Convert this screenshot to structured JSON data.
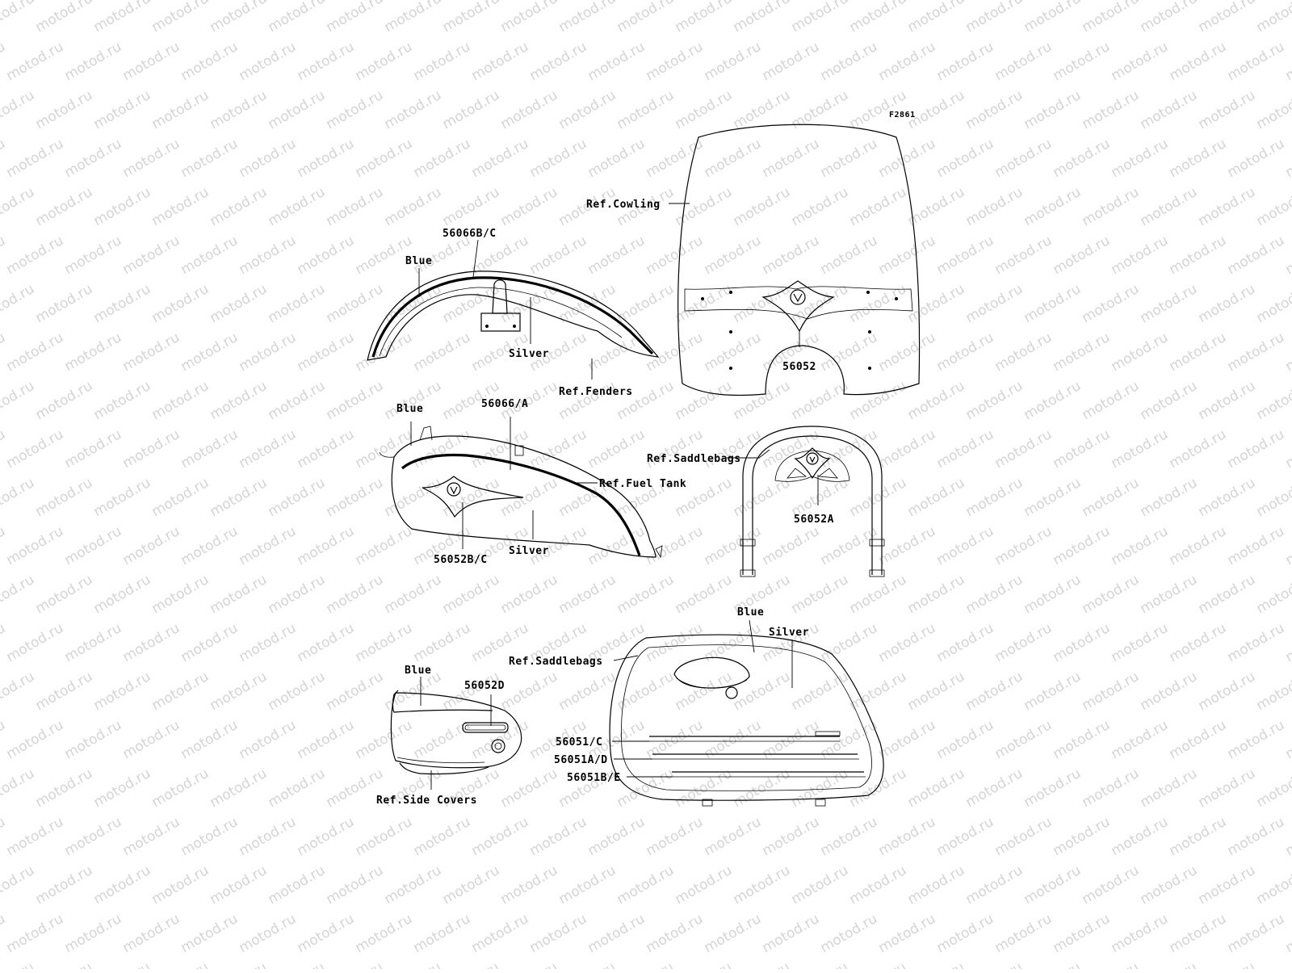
{
  "figure_id": "F2861",
  "watermark": "motod.ru",
  "labels": {
    "ref_cowling": "Ref.Cowling",
    "fender_decal_part": "56066B/C",
    "fender_blue": "Blue",
    "fender_silver": "Silver",
    "ref_fenders": "Ref.Fenders",
    "cowling_emblem_part": "56052",
    "tank_blue": "Blue",
    "tank_stripe_part": "56066/A",
    "ref_fuel_tank": "Ref.Fuel Tank",
    "tank_emblem_part": "56052B/C",
    "tank_silver": "Silver",
    "ref_saddlebags_top": "Ref.Saddlebags",
    "backrest_emblem_part": "56052A",
    "saddlebag_blue": "Blue",
    "saddlebag_silver": "Silver",
    "ref_saddlebags_bottom": "Ref.Saddlebags",
    "saddlebag_stripe_1": "56051/C",
    "saddlebag_stripe_2": "56051A/D",
    "saddlebag_stripe_3": "56051B/E",
    "cover_blue": "Blue",
    "cover_emblem_part": "56052D",
    "ref_side_covers": "Ref.Side Covers"
  }
}
